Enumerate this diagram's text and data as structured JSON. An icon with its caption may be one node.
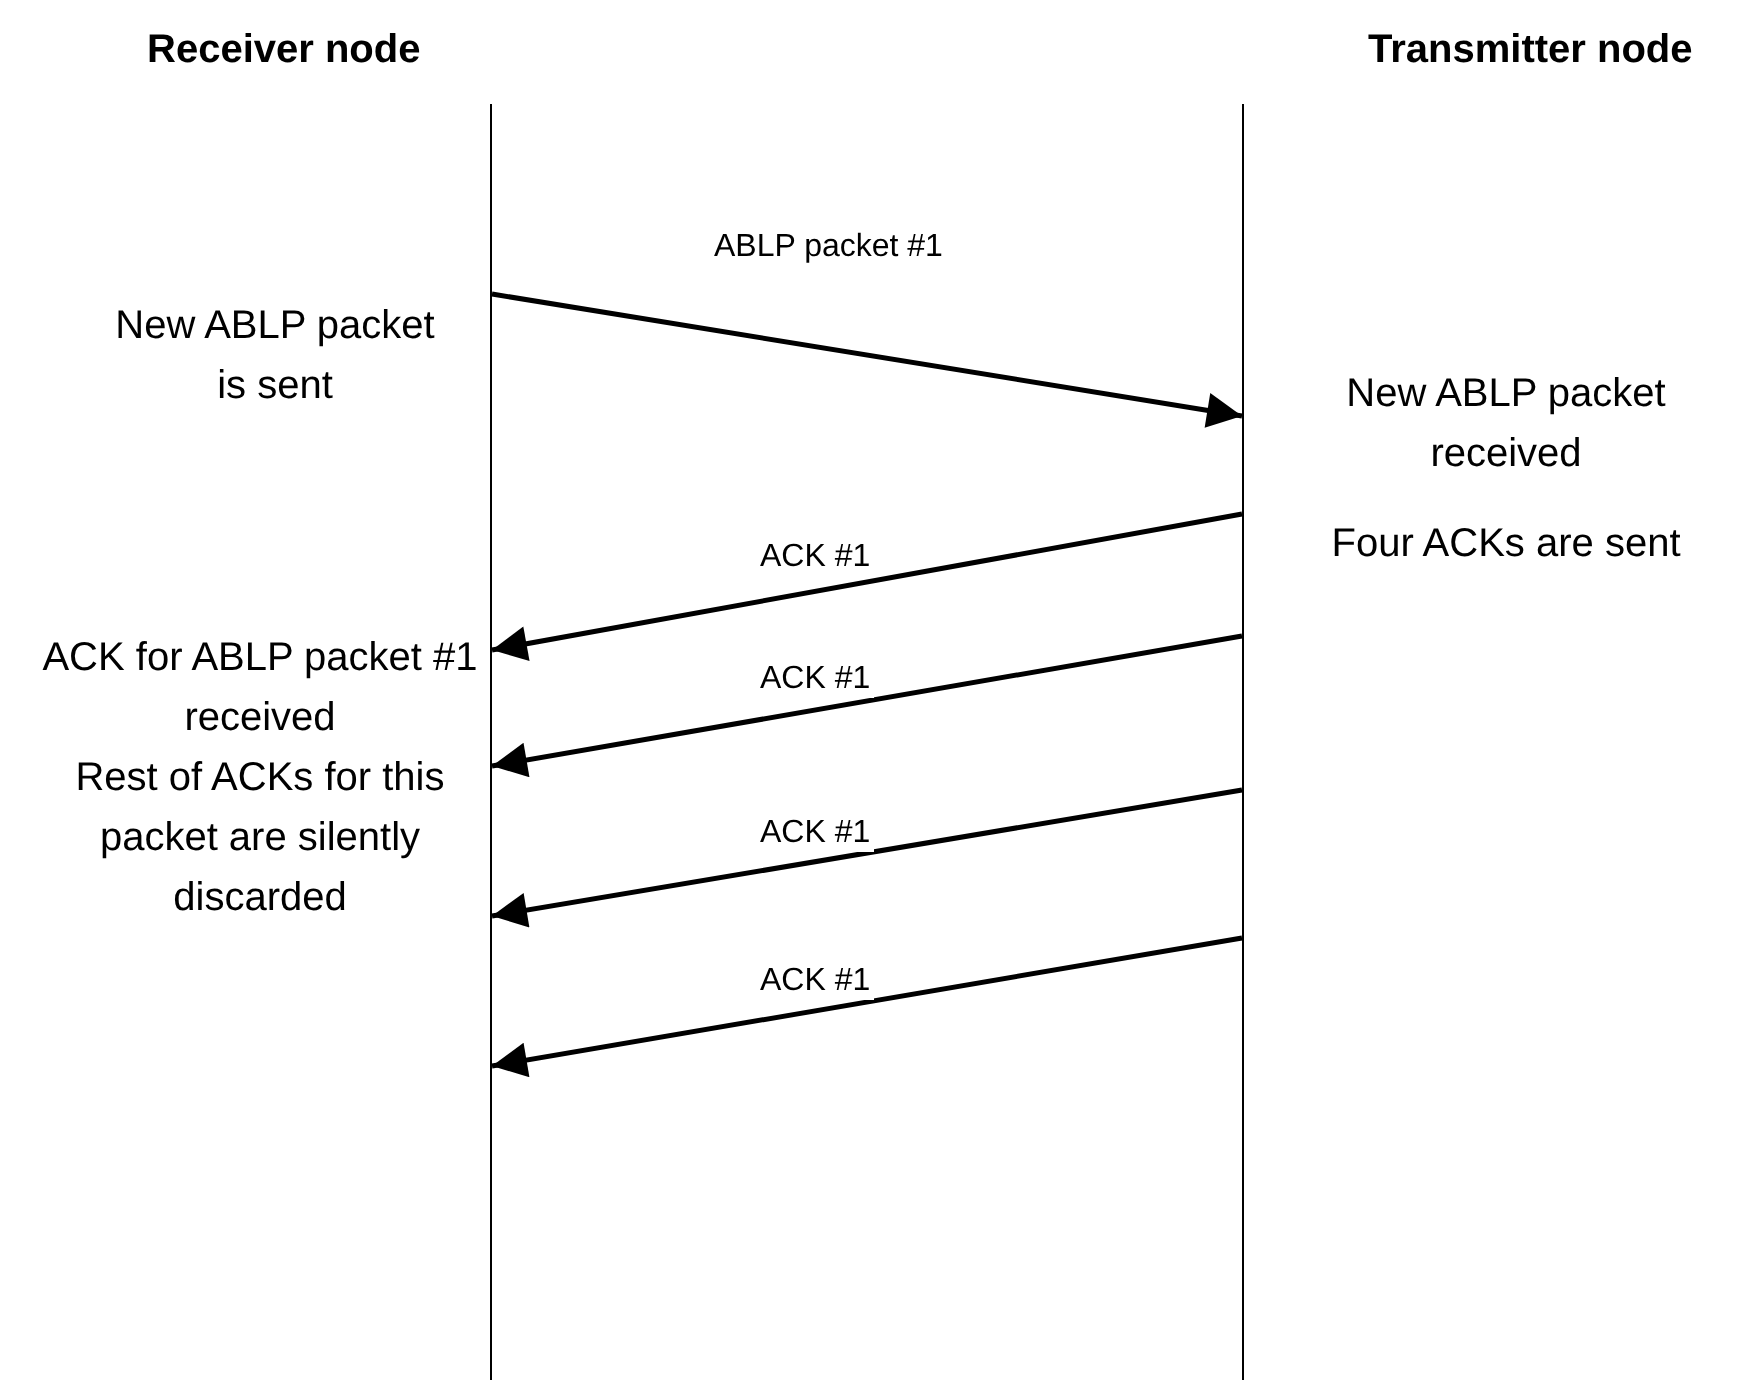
{
  "diagram": {
    "nodes": [
      {
        "text": [
          "Receiver node"
        ],
        "beside": [
          "New ABLP packet is sent",
          "ACK for ABLP packet #1 received",
          "Rest of ACKs for this packet are silently discarded"
        ]
      },
      {
        "text": [
          "Transmitter node"
        ],
        "beside": [
          "New ABLP packet received",
          "Four ACKs are sent"
        ]
      }
    ],
    "edges": [
      {
        "from": 0,
        "to": 1,
        "arrow": "to",
        "label": "ABLP packet #1"
      },
      {
        "from": 1,
        "to": 0,
        "arrow": "to",
        "label": "ACK #1"
      },
      {
        "from": 1,
        "to": 0,
        "arrow": "to",
        "label": "ACK #1"
      },
      {
        "from": 1,
        "to": 0,
        "arrow": "to",
        "label": "ACK #1"
      },
      {
        "from": 1,
        "to": 0,
        "arrow": "to",
        "label": "ACK #1"
      }
    ]
  }
}
